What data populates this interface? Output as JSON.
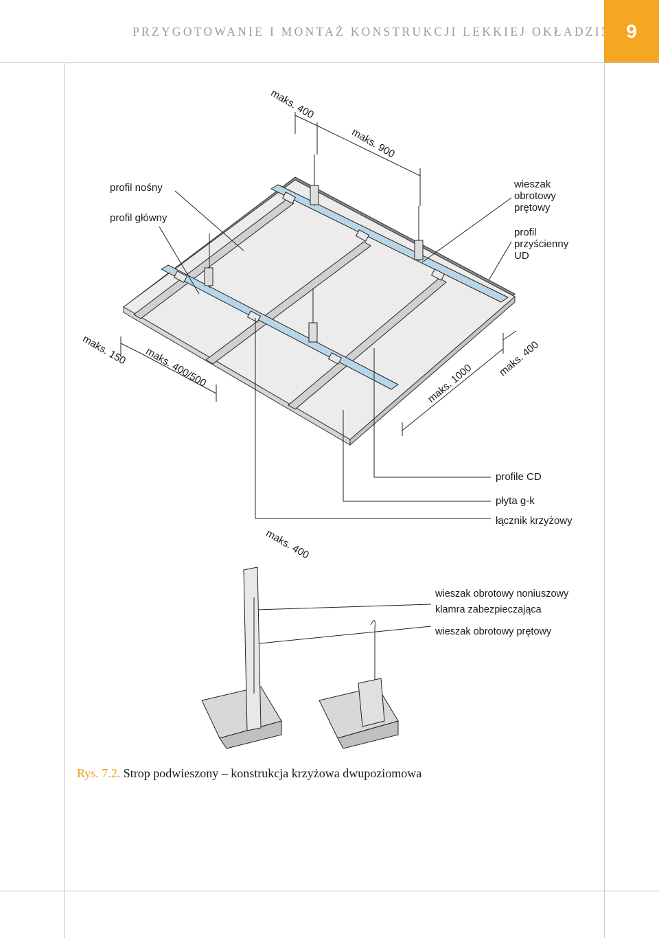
{
  "header": {
    "title": "PRZYGOTOWANIE I MONTAŻ KONSTRUKCJI LEKKIEJ OKŁADZINY...",
    "page_number": "9"
  },
  "labels": {
    "profil_nosny": "profil nośny",
    "profil_glowny": "profil główny",
    "wieszak_1": "wieszak",
    "wieszak_2": "obrotowy",
    "wieszak_3": "prętowy",
    "profil_ud_1": "profil",
    "profil_ud_2": "przyścienny",
    "profil_ud_3": "UD",
    "profile_cd": "profile CD",
    "plyta_gk": "płyta g-k",
    "lacznik": "łącznik krzyżowy",
    "wieszak_noniuszowy": "wieszak obrotowy noniuszowy",
    "klamra": "klamra zabezpieczająca",
    "wieszak_pretowy": "wieszak obrotowy prętowy"
  },
  "dimensions": {
    "d400_top": "maks. 400",
    "d900": "maks. 900",
    "d150": "maks. 150",
    "d400_500": "maks. 400/500",
    "d1000": "maks. 1000",
    "d400_right": "maks. 400",
    "d400_bottom": "maks. 400"
  },
  "caption": {
    "number": "Rys. 7.2.",
    "text": " Strop podwieszony – konstrukcja krzyżowa dwupoziomowa"
  },
  "colors": {
    "accent": "#f5a623",
    "profile_blue": "#b9d6e8",
    "board": "#ececec",
    "wall": "#8a8a8a"
  }
}
